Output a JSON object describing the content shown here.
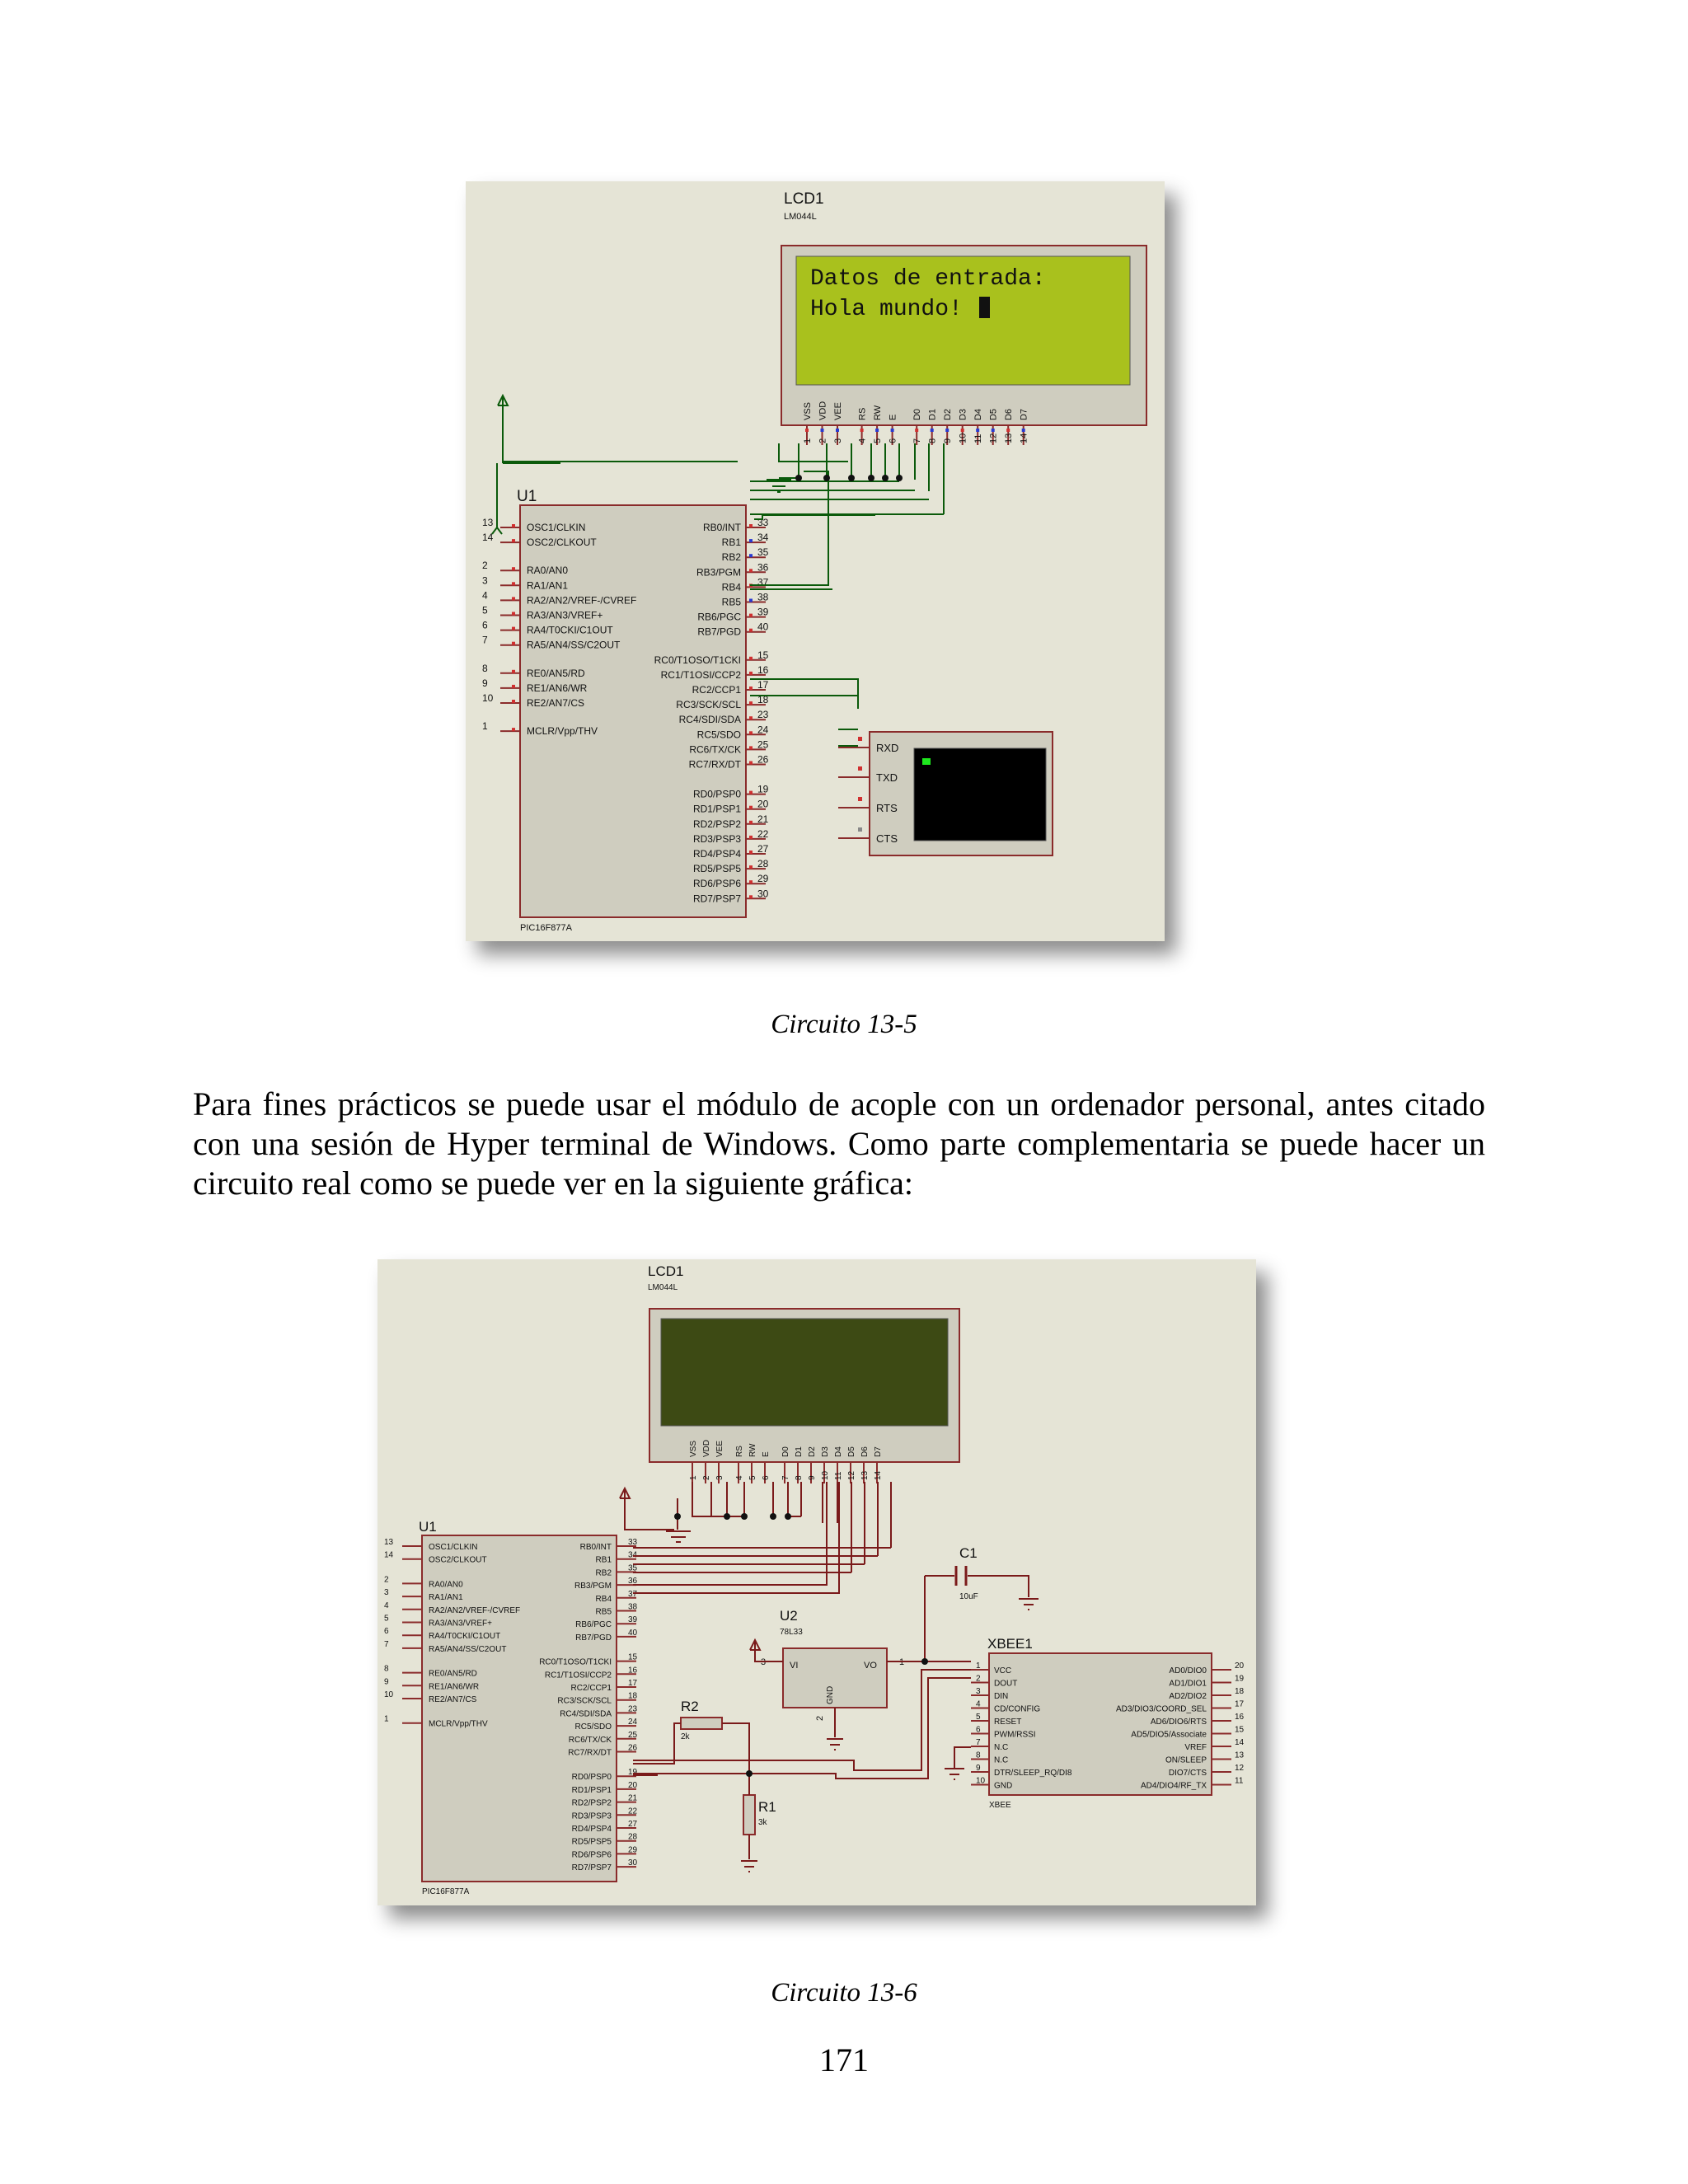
{
  "figure1": {
    "lcd_ref": "LCD1",
    "lcd_model": "LM044L",
    "lcd_line1": "Datos de entrada:",
    "lcd_line2": "Hola mundo!",
    "lcd_pins": [
      "VSS",
      "VDD",
      "VEE",
      "RS",
      "RW",
      "E",
      "D0",
      "D1",
      "D2",
      "D3",
      "D4",
      "D5",
      "D6",
      "D7"
    ],
    "lcd_pin_nums": [
      "1",
      "2",
      "3",
      "4",
      "5",
      "6",
      "7",
      "8",
      "9",
      "10",
      "11",
      "12",
      "13",
      "14"
    ],
    "mcu_ref": "U1",
    "mcu_model": "PIC16F877A",
    "mcu_left_pins": [
      {
        "num": "13",
        "name": "OSC1/CLKIN"
      },
      {
        "num": "14",
        "name": "OSC2/CLKOUT"
      },
      {
        "num": "2",
        "name": "RA0/AN0"
      },
      {
        "num": "3",
        "name": "RA1/AN1"
      },
      {
        "num": "4",
        "name": "RA2/AN2/VREF-/CVREF"
      },
      {
        "num": "5",
        "name": "RA3/AN3/VREF+"
      },
      {
        "num": "6",
        "name": "RA4/T0CKI/C1OUT"
      },
      {
        "num": "7",
        "name": "RA5/AN4/SS/C2OUT"
      },
      {
        "num": "8",
        "name": "RE0/AN5/RD"
      },
      {
        "num": "9",
        "name": "RE1/AN6/WR"
      },
      {
        "num": "10",
        "name": "RE2/AN7/CS"
      },
      {
        "num": "1",
        "name": "MCLR/Vpp/THV"
      }
    ],
    "mcu_right_pins": [
      {
        "num": "33",
        "name": "RB0/INT"
      },
      {
        "num": "34",
        "name": "RB1"
      },
      {
        "num": "35",
        "name": "RB2"
      },
      {
        "num": "36",
        "name": "RB3/PGM"
      },
      {
        "num": "37",
        "name": "RB4"
      },
      {
        "num": "38",
        "name": "RB5"
      },
      {
        "num": "39",
        "name": "RB6/PGC"
      },
      {
        "num": "40",
        "name": "RB7/PGD"
      },
      {
        "num": "15",
        "name": "RC0/T1OSO/T1CKI"
      },
      {
        "num": "16",
        "name": "RC1/T1OSI/CCP2"
      },
      {
        "num": "17",
        "name": "RC2/CCP1"
      },
      {
        "num": "18",
        "name": "RC3/SCK/SCL"
      },
      {
        "num": "23",
        "name": "RC4/SDI/SDA"
      },
      {
        "num": "24",
        "name": "RC5/SDO"
      },
      {
        "num": "25",
        "name": "RC6/TX/CK"
      },
      {
        "num": "26",
        "name": "RC7/RX/DT"
      },
      {
        "num": "19",
        "name": "RD0/PSP0"
      },
      {
        "num": "20",
        "name": "RD1/PSP1"
      },
      {
        "num": "21",
        "name": "RD2/PSP2"
      },
      {
        "num": "22",
        "name": "RD3/PSP3"
      },
      {
        "num": "27",
        "name": "RD4/PSP4"
      },
      {
        "num": "28",
        "name": "RD5/PSP5"
      },
      {
        "num": "29",
        "name": "RD6/PSP6"
      },
      {
        "num": "30",
        "name": "RD7/PSP7"
      }
    ],
    "terminal_pins": [
      "RXD",
      "TXD",
      "RTS",
      "CTS"
    ]
  },
  "caption1": "Circuito 13-5",
  "paragraph": "Para fines prácticos se puede usar el módulo de acople con un ordenador personal, antes citado con una sesión de Hyper terminal de Windows. Como parte complementaria se puede hacer un circuito real como se puede ver en la siguiente gráfica:",
  "figure2": {
    "lcd_ref": "LCD1",
    "lcd_model": "LM044L",
    "mcu_ref": "U1",
    "mcu_model": "PIC16F877A",
    "c1_ref": "C1",
    "c1_value": "10uF",
    "u2_ref": "U2",
    "u2_model": "78L33",
    "u2_vi": "VI",
    "u2_vo": "VO",
    "u2_gnd": "GND",
    "u2_pin_in": "3",
    "u2_pin_out": "1",
    "u2_pin_gnd": "2",
    "r1_ref": "R1",
    "r1_value": "3k",
    "r2_ref": "R2",
    "r2_value": "2k",
    "xbee_ref": "XBEE1",
    "xbee_model": "XBEE",
    "xbee_left_pins": [
      {
        "num": "1",
        "name": "VCC"
      },
      {
        "num": "2",
        "name": "DOUT"
      },
      {
        "num": "3",
        "name": "DIN"
      },
      {
        "num": "4",
        "name": "CD/CONFIG"
      },
      {
        "num": "5",
        "name": "RESET"
      },
      {
        "num": "6",
        "name": "PWM/RSSI"
      },
      {
        "num": "7",
        "name": "N.C"
      },
      {
        "num": "8",
        "name": "N.C"
      },
      {
        "num": "9",
        "name": "DTR/SLEEP_RQ/DI8"
      },
      {
        "num": "10",
        "name": "GND"
      }
    ],
    "xbee_right_pins": [
      {
        "num": "20",
        "name": "AD0/DIO0"
      },
      {
        "num": "19",
        "name": "AD1/DIO1"
      },
      {
        "num": "18",
        "name": "AD2/DIO2"
      },
      {
        "num": "17",
        "name": "AD3/DIO3/COORD_SEL"
      },
      {
        "num": "16",
        "name": "AD6/DIO6/RTS"
      },
      {
        "num": "15",
        "name": "AD5/DIO5/Associate"
      },
      {
        "num": "14",
        "name": "VREF"
      },
      {
        "num": "13",
        "name": "ON/SLEEP"
      },
      {
        "num": "12",
        "name": "DIO7/CTS"
      },
      {
        "num": "11",
        "name": "AD4/DIO4/RF_TX"
      }
    ]
  },
  "caption2": "Circuito 13-6",
  "page_number": "171"
}
